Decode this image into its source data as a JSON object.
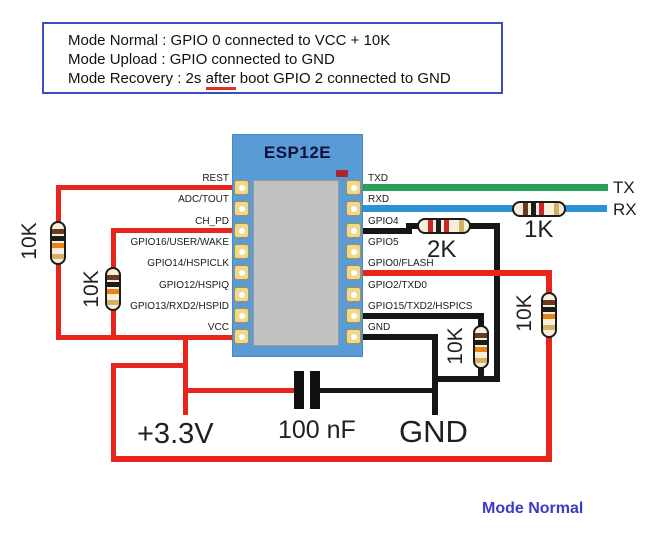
{
  "note_box": {
    "line1": "Mode Normal : GPIO 0 connected to VCC + 10K",
    "line2": "Mode Upload : GPIO connected to GND",
    "line3_prefix": "Mode Recovery : 2s ",
    "line3_underlined": "after",
    "line3_suffix": " boot GPIO 2 connected to GND"
  },
  "chip": {
    "title": "ESP12E",
    "left_pins": [
      "REST",
      "ADC/TOUT",
      "CH_PD",
      "GPIO16/USER/WAKE",
      "GPIO14/HSPICLK",
      "GPIO12/HSPIQ",
      "GPIO13/RXD2/HSPID",
      "VCC"
    ],
    "right_pins": [
      "TXD",
      "RXD",
      "GPIO4",
      "GPIO5",
      "GPIO0/FLASH",
      "GPIO2/TXD0",
      "GPIO15/TXD2/HSPICS",
      "GND"
    ]
  },
  "labels": {
    "tx": "TX",
    "rx": "RX",
    "resistor_1k": "1K",
    "resistor_2k": "2K",
    "resistor_10k_rest": "10K",
    "resistor_10k_chpd": "10K",
    "resistor_10k_gpio15": "10K",
    "resistor_10k_gpio0": "10K",
    "supply": "+3.3V",
    "capacitor": "100 nF",
    "ground": "GND",
    "mode_status": "Mode Normal"
  },
  "colors": {
    "wire_red": "#e8251d",
    "wire_black": "#161616",
    "wire_green": "#27a05c",
    "wire_blue": "#2e93d5",
    "chip_body": "#5b9bd5",
    "chip_inner": "#c1c1c1",
    "pin_gold": "#eeda8f",
    "led_red": "#a82830",
    "note_border": "#3a50c0",
    "underline_red": "#e23028",
    "mode_text_blue": "#3a3ac8",
    "resistor_body": "#f7efda",
    "band_brown": "#6b3a20",
    "band_black": "#1c1c1c",
    "band_orange": "#e8821a",
    "band_red": "#cc2424",
    "band_gold": "#d2b164"
  }
}
